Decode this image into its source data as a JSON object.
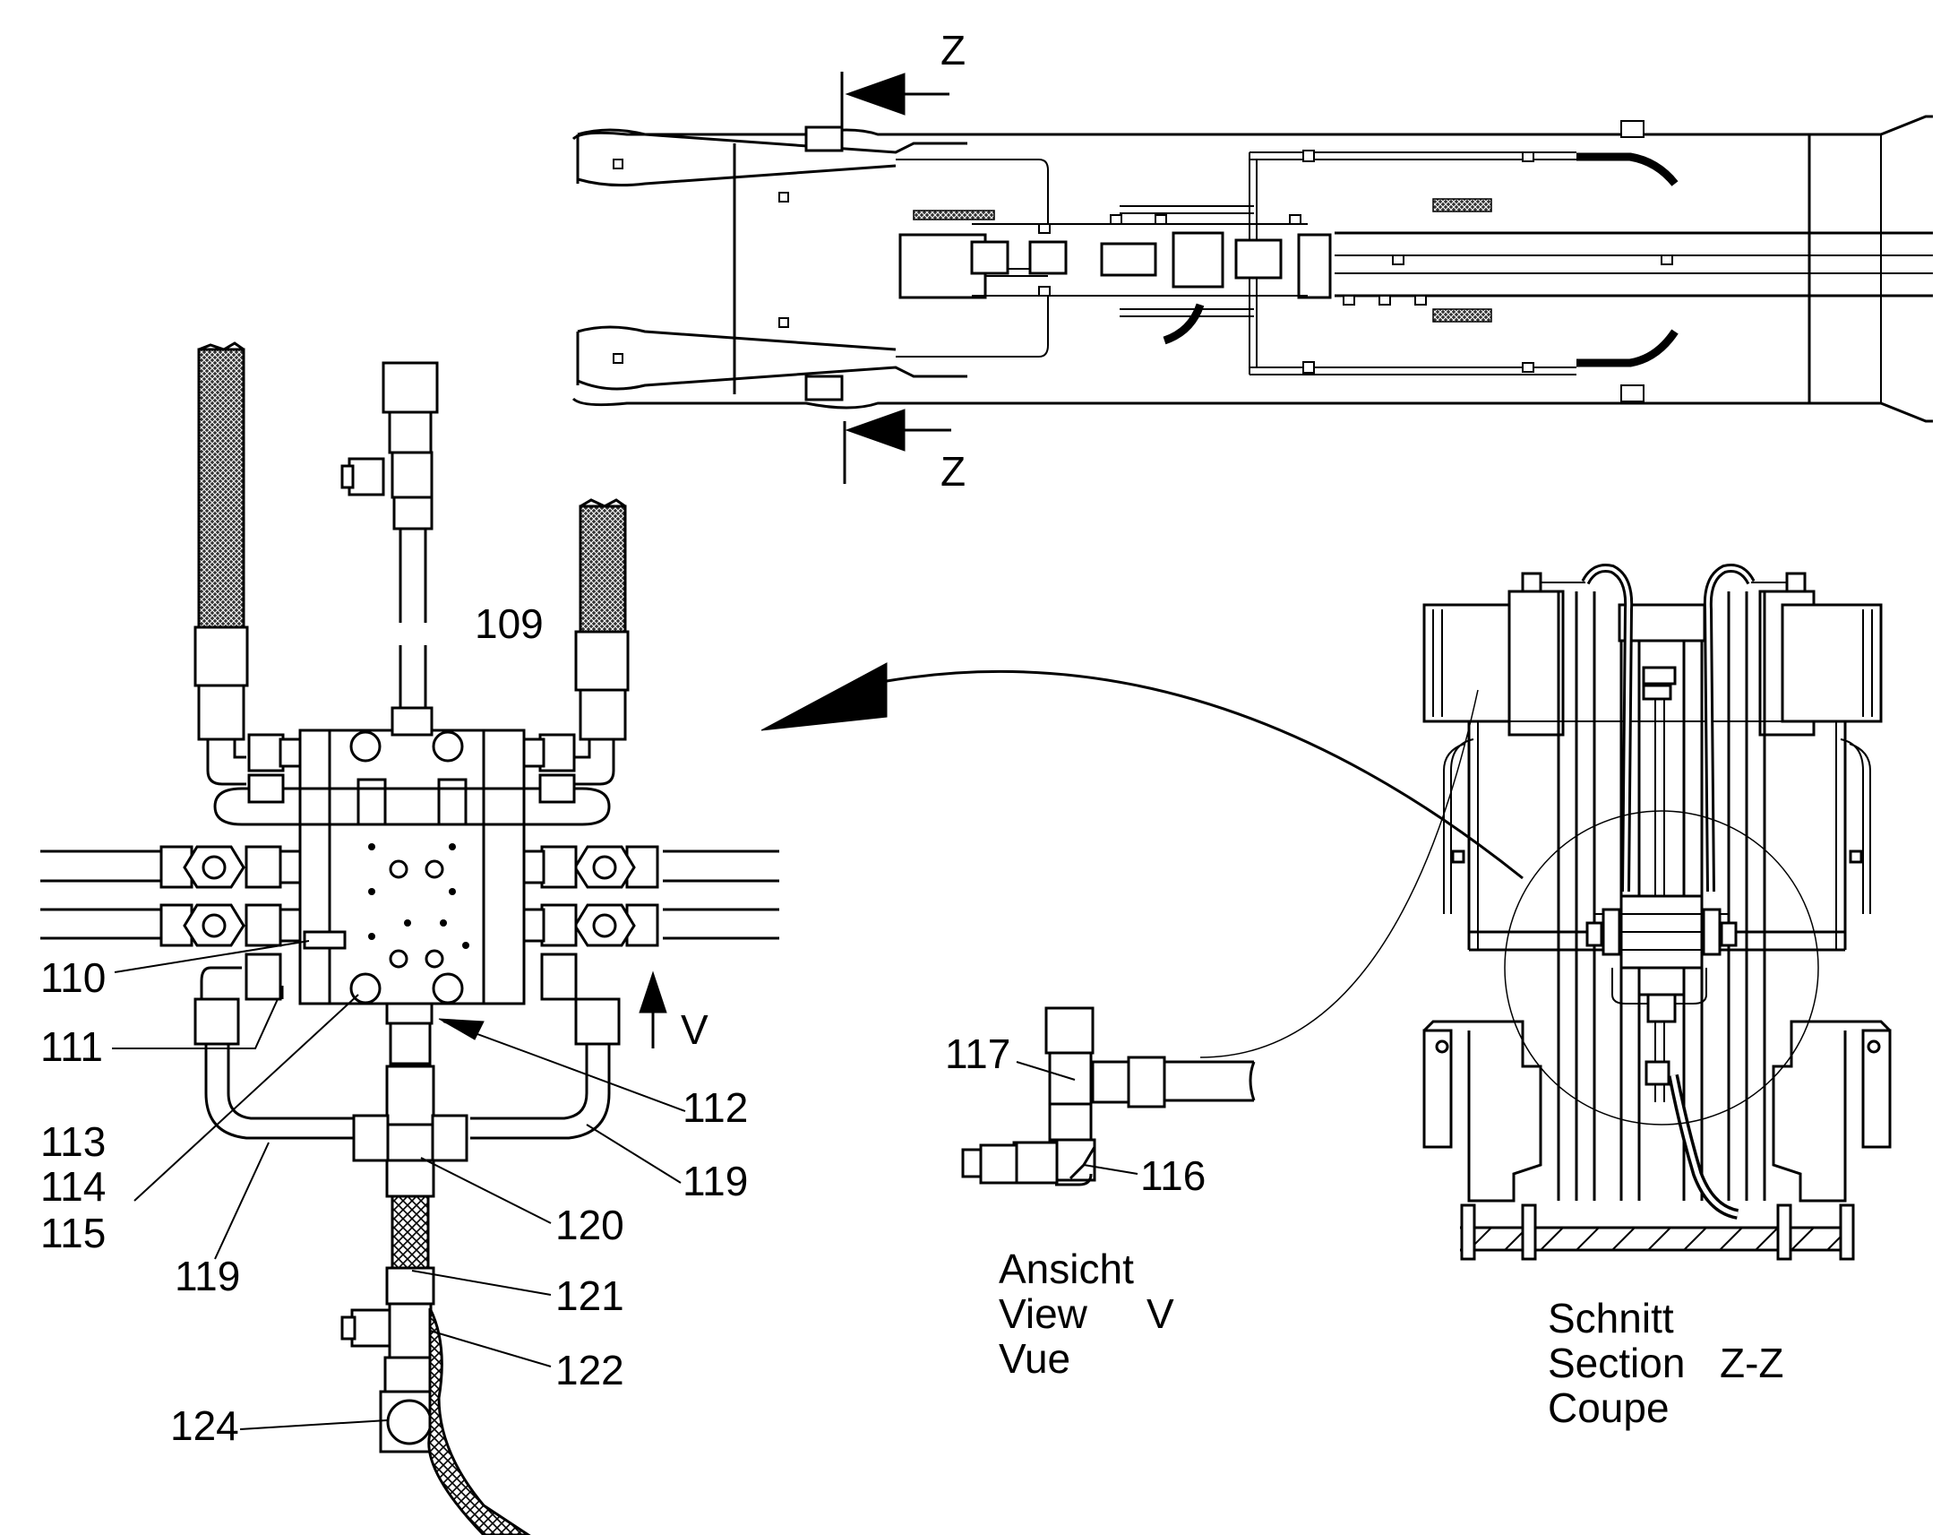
{
  "parts": {
    "p109": "109",
    "p110": "110",
    "p111": "111",
    "p112": "112",
    "p113": "113",
    "p114": "114",
    "p115": "115",
    "p116": "116",
    "p117": "117",
    "p119a": "119",
    "p119b": "119",
    "p120": "120",
    "p121": "121",
    "p122": "122",
    "p124": "124"
  },
  "markers": {
    "view": "V",
    "section_top": "Z",
    "section_bottom": "Z"
  },
  "captions": {
    "view": {
      "line1": "Ansicht",
      "line2": "View",
      "letter": "V",
      "line3": "Vue"
    },
    "section": {
      "line1": "Schnitt",
      "line2": "Section",
      "letter": "Z-Z",
      "line3": "Coupe"
    }
  }
}
